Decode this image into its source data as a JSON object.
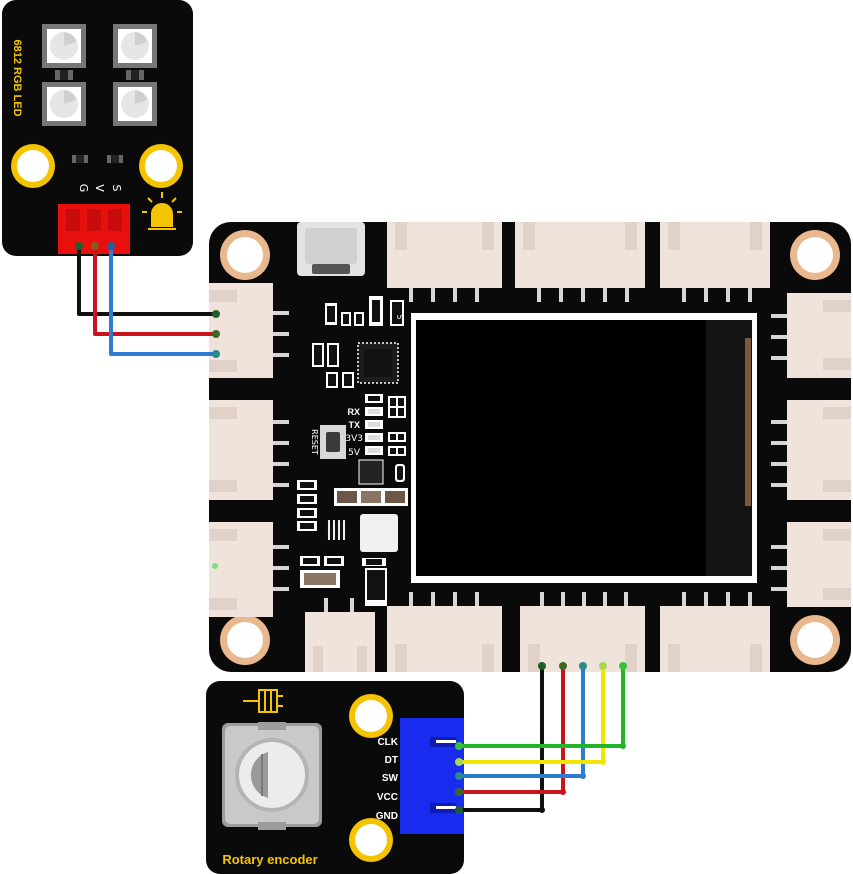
{
  "led_module": {
    "title": "6812 RGB LED",
    "pins": [
      "G",
      "V",
      "S"
    ]
  },
  "controller": {
    "labels": {
      "rx": "RX",
      "tx": "TX",
      "v33": "3V3",
      "v5": "5V",
      "reset": "RESET",
      "five": "5"
    }
  },
  "encoder_module": {
    "title": "Rotary encoder",
    "pins": [
      "CLK",
      "DT",
      "SW",
      "VCC",
      "GND"
    ]
  },
  "colors": {
    "board": "#0a0a0a",
    "connector": "#efe3dc",
    "mount_ring": "#e9b88e",
    "accent_yellow": "#f5c400",
    "header_red": "#e8100f",
    "header_blue": "#1a2bf0",
    "wire_black": "#111111",
    "wire_red": "#c8141a",
    "wire_blue": "#2f7bd1",
    "wire_yellow": "#f2e600",
    "wire_green": "#22b526"
  }
}
